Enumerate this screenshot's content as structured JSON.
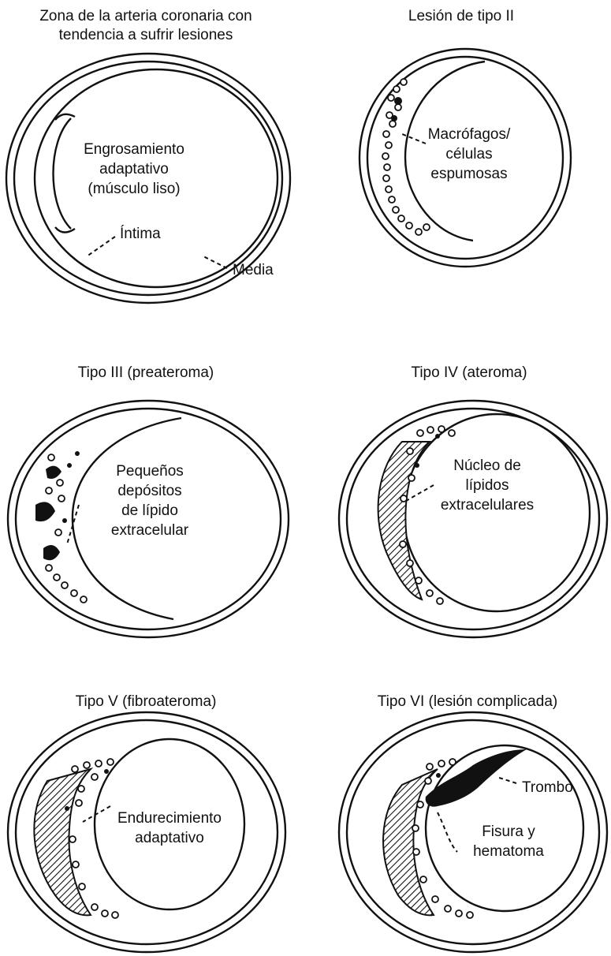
{
  "panels": [
    {
      "title_lines": [
        "Zona de la arteria coronaria con",
        "tendencia a sufrir lesiones"
      ],
      "labels": [
        "Engrosamiento",
        "adaptativo",
        "(músculo liso)"
      ],
      "intima": "Íntima",
      "media": "Media"
    },
    {
      "title_lines": [
        "Lesión de tipo II"
      ],
      "labels": [
        "Macrófagos/",
        "células",
        "espumosas"
      ]
    },
    {
      "title_lines": [
        "Tipo III (preateroma)"
      ],
      "labels": [
        "Pequeños",
        "depósitos",
        "de lípido",
        "extracelular"
      ]
    },
    {
      "title_lines": [
        "Tipo IV (ateroma)"
      ],
      "labels": [
        "Núcleo de",
        "lípidos",
        "extracelulares"
      ]
    },
    {
      "title_lines": [
        "Tipo V (fibroateroma)"
      ],
      "labels": [
        "Endurecimiento",
        "adaptativo"
      ]
    },
    {
      "title_lines": [
        "Tipo VI (lesión complicada)"
      ],
      "labels": [
        "Fisura y",
        "hematoma"
      ],
      "thrombus": "Trombo"
    }
  ]
}
